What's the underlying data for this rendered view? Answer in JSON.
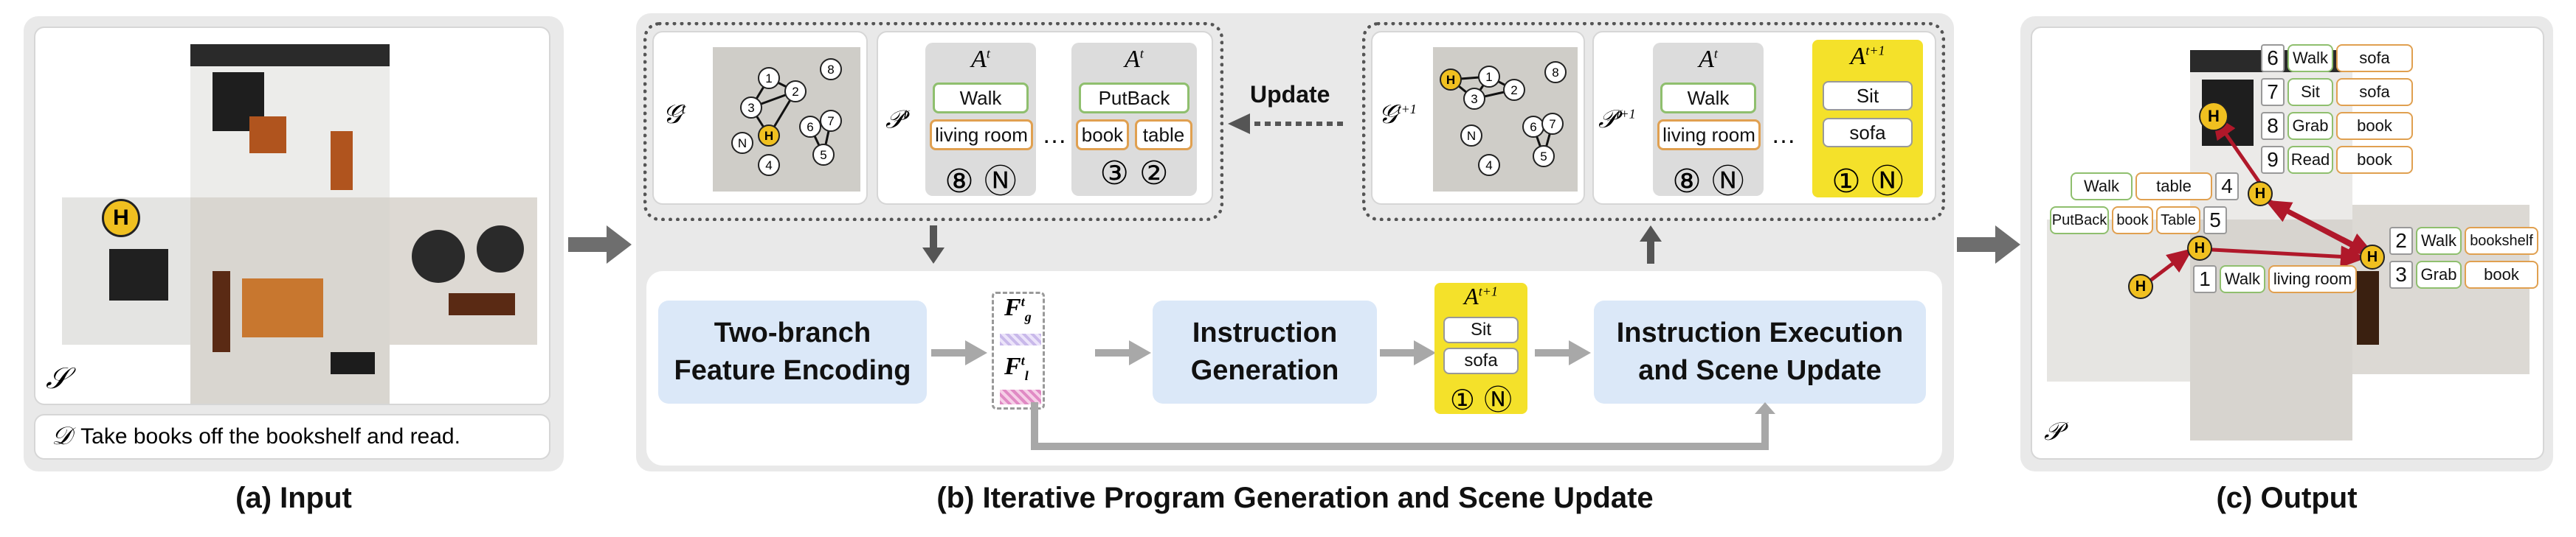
{
  "captions": {
    "input": "(a) Input",
    "iterative": "(b) Iterative Program Generation and Scene Update",
    "output": "(c) Output"
  },
  "input": {
    "scene_symbol": "𝒮",
    "desc_symbol": "𝒟",
    "desc_text": "Take books off the bookshelf and read.",
    "house_marker": "H"
  },
  "iter": {
    "update_label": "Update",
    "graph_t": "𝒢",
    "graph_t1": "𝒢",
    "prog_t": "𝒫",
    "prog_t1": "𝒫",
    "sup_t": "t",
    "sup_t1": "t+1",
    "action_A": "A",
    "walk": "Walk",
    "living_room": "living room",
    "putback": "PutBack",
    "book": "book",
    "table": "table",
    "sit": "Sit",
    "sofa": "sofa",
    "n8": "⑧",
    "nN": "Ⓝ",
    "n3": "③",
    "n2": "②",
    "n1": "①",
    "ellipsis": "…",
    "node_labels": [
      "1",
      "2",
      "3",
      "4",
      "6",
      "7",
      "5",
      "8",
      "N",
      "H"
    ],
    "two_branch": "Two-branch Feature Encoding",
    "instr_gen": "Instruction Generation",
    "instr_exec": "Instruction Execution and Scene Update",
    "F": "F",
    "sub_g": "g",
    "sub_l": "l"
  },
  "output": {
    "prog_symbol": "𝒫",
    "steps": [
      {
        "n": "6",
        "action": "Walk",
        "obj": "sofa"
      },
      {
        "n": "7",
        "action": "Sit",
        "obj": "sofa"
      },
      {
        "n": "8",
        "action": "Grab",
        "obj": "book"
      },
      {
        "n": "9",
        "action": "Read",
        "obj": "book"
      },
      {
        "n": "4",
        "action": "Walk",
        "obj": "table"
      },
      {
        "n": "5",
        "action": "PutBack",
        "obj": "book",
        "obj2": "Table"
      },
      {
        "n": "2",
        "action": "Walk",
        "obj": "bookshelf"
      },
      {
        "n": "3",
        "action": "Grab",
        "obj": "book"
      },
      {
        "n": "1",
        "action": "Walk",
        "obj": "living room"
      }
    ],
    "marker": "H"
  },
  "colors": {
    "panel": "#e9e9e9",
    "blue_box": "#dbe8f8",
    "yellow_box": "#f4e12a",
    "green_border": "#8fbf6e",
    "orange_border": "#e0a050",
    "path_red": "#b0182a",
    "arrow_grey": "#6e6e6e"
  }
}
